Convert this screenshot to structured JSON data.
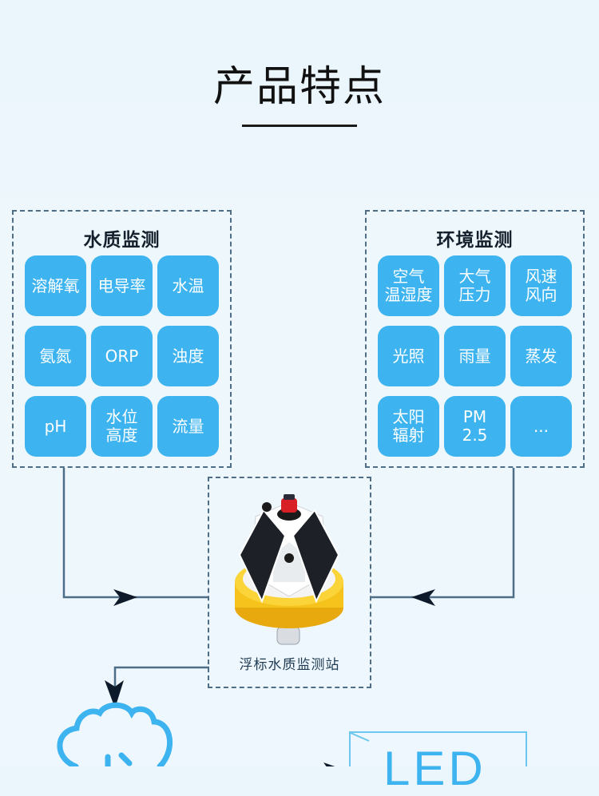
{
  "header": {
    "title": "产品特点"
  },
  "water_monitoring": {
    "title": "水质监测",
    "items": [
      {
        "label": "溶解氧"
      },
      {
        "label": "电导率"
      },
      {
        "label": "水温"
      },
      {
        "label": "氨氮"
      },
      {
        "label": "ORP"
      },
      {
        "label": "浊度"
      },
      {
        "label": "pH"
      },
      {
        "label": "水位\n高度"
      },
      {
        "label": "流量"
      }
    ]
  },
  "environment_monitoring": {
    "title": "环境监测",
    "items": [
      {
        "label": "空气\n温湿度"
      },
      {
        "label": "大气\n压力"
      },
      {
        "label": "风速\n风向"
      },
      {
        "label": "光照"
      },
      {
        "label": "雨量"
      },
      {
        "label": "蒸发"
      },
      {
        "label": "太阳\n辐射"
      },
      {
        "label": "PM\n2.5"
      },
      {
        "label": "..."
      }
    ]
  },
  "station": {
    "label": "浮标水质监测站",
    "image": "buoy-station-image"
  },
  "bottom": {
    "cloud_icon": "cloud-upload-icon",
    "led_label": "LED"
  },
  "colors": {
    "tile": "#3db3ef",
    "dashed_border": "#4d6e86",
    "arrow": "#0e1a2a",
    "connector": "#4d6e86",
    "buoy_float": "#f6c21c"
  }
}
